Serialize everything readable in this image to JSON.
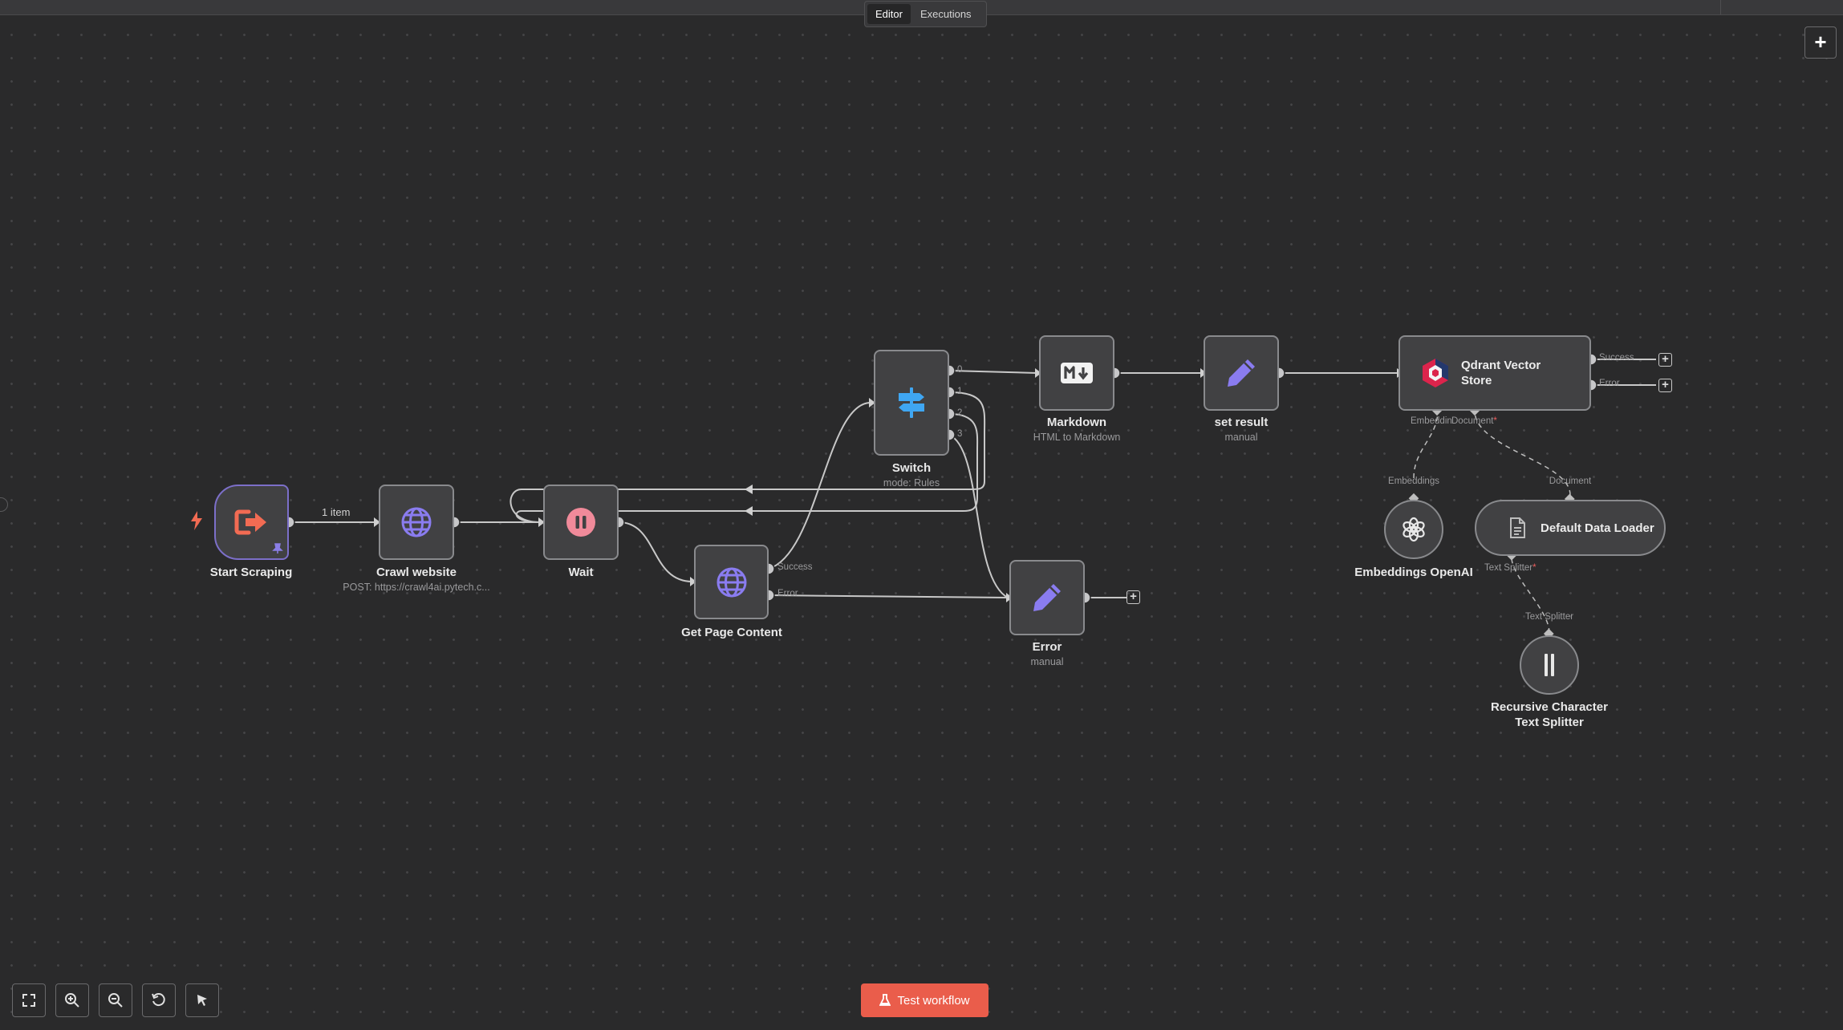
{
  "header": {
    "tabs": [
      {
        "label": "Editor",
        "active": true
      },
      {
        "label": "Executions",
        "active": false
      }
    ]
  },
  "canvas_controls": {
    "add_node_label": "+"
  },
  "nodes": {
    "start_scraping": {
      "title": "Start Scraping",
      "icon": "exit-arrow-icon"
    },
    "crawl_website": {
      "title": "Crawl website",
      "subtitle": "POST: https://crawl4ai.pytech.c...",
      "icon": "globe-icon"
    },
    "wait": {
      "title": "Wait",
      "icon": "pause-icon"
    },
    "get_page_content": {
      "title": "Get Page Content",
      "icon": "globe-icon",
      "outputs": [
        "Success",
        "Error"
      ]
    },
    "switch": {
      "title": "Switch",
      "subtitle": "mode: Rules",
      "icon": "signpost-icon",
      "outputs": [
        "0",
        "1",
        "2",
        "3"
      ]
    },
    "markdown": {
      "title": "Markdown",
      "subtitle": "HTML to Markdown",
      "icon": "markdown-icon"
    },
    "set_result": {
      "title": "set result",
      "subtitle": "manual",
      "icon": "pencil-icon"
    },
    "qdrant": {
      "title": "Qdrant Vector Store",
      "icon": "qdrant-icon",
      "outputs": [
        "Success",
        "Error"
      ],
      "inputs": [
        "Embeddin",
        "Document"
      ],
      "required_mark": "*"
    },
    "error": {
      "title": "Error",
      "subtitle": "manual",
      "icon": "pencil-icon"
    },
    "embeddings_openai": {
      "title": "Embeddings OpenAI",
      "port_label": "Embeddings",
      "icon": "openai-icon"
    },
    "default_data_loader": {
      "title": "Default Data Loader",
      "port_label": "Document",
      "input_label": "Text Splitter",
      "required_mark": "*",
      "icon": "document-icon"
    },
    "text_splitter": {
      "title_line1": "Recursive Character",
      "title_line2": "Text Splitter",
      "port_label": "Text Splitter",
      "icon": "splitter-icon"
    }
  },
  "edges": {
    "start_to_crawl_label": "1 item"
  },
  "footer": {
    "test_button": "Test workflow",
    "controls": [
      "fit-view-icon",
      "zoom-in-icon",
      "zoom-out-icon",
      "reset-zoom-icon",
      "select-cursor-icon"
    ]
  },
  "colors": {
    "canvas_bg": "#2a2a2b",
    "node_bg": "#414143",
    "node_border": "#898a8d",
    "trigger_border": "#7c6fc9",
    "accent_button": "#ea5d4b",
    "switch_icon": "#3fa6f2",
    "pencil_icon": "#8a7cf0",
    "globe_icon": "#8a7cf0",
    "wait_icon": "#f08a9a",
    "start_icon": "#f26b53"
  }
}
